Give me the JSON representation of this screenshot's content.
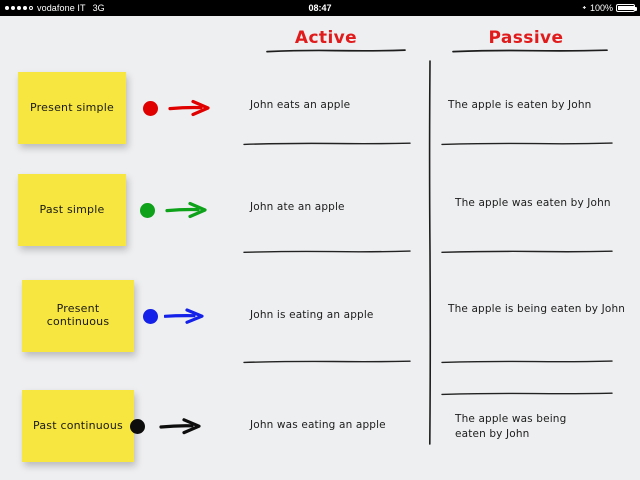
{
  "status_bar": {
    "carrier": "vodafone IT",
    "network": "3G",
    "time": "08:47",
    "battery_percent": "100%",
    "bluetooth_icon": "bluetooth-icon",
    "battery_icon": "battery-full-icon",
    "signal_icon": "signal-strength-icon"
  },
  "columns": {
    "active_label": "Active",
    "passive_label": "Passive",
    "accent_color": "#e11b1b"
  },
  "rows": [
    {
      "tense": "Present simple",
      "marker_color": "#e00000",
      "dot_name": "dot-red",
      "arrow_name": "arrow-right-red",
      "active": "John eats an apple",
      "passive": "The apple is eaten by John"
    },
    {
      "tense": "Past simple",
      "marker_color": "#0ea11a",
      "dot_name": "dot-green",
      "arrow_name": "arrow-right-green",
      "active": "John ate an apple",
      "passive": "The apple was eaten by John"
    },
    {
      "tense": "Present continuous",
      "marker_color": "#1421e8",
      "dot_name": "dot-blue",
      "arrow_name": "arrow-right-blue",
      "active": "John is eating an apple",
      "passive": "The apple is being eaten by John"
    },
    {
      "tense": "Past continuous",
      "marker_color": "#000000",
      "dot_name": "dot-black",
      "arrow_name": "arrow-right-black",
      "active": "John was eating an apple",
      "passive": "The apple was being eaten by John"
    }
  ],
  "theme": {
    "note_color": "#f7e63f",
    "background": "#eeeff1",
    "ink": "#1c1c1c"
  }
}
